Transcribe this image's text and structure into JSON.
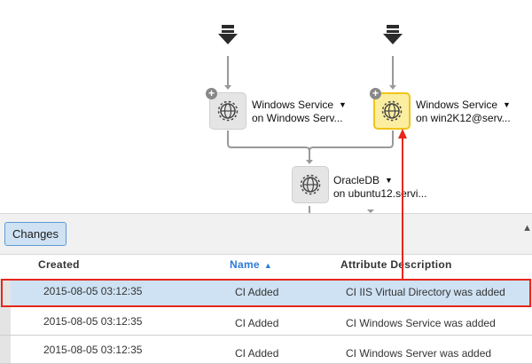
{
  "nodes": [
    {
      "title": "Windows Service",
      "subtitle": "on Windows Serv...",
      "selected": false
    },
    {
      "title": "Windows Service",
      "subtitle": "on win2K12@serv...",
      "selected": true
    },
    {
      "title": "OracleDB",
      "subtitle": "on ubuntu12.servi...",
      "selected": false
    }
  ],
  "toolbar": {
    "changes_label": "Changes"
  },
  "table": {
    "columns": [
      {
        "label": "Created",
        "sorted": false
      },
      {
        "label": "Name",
        "sorted": true,
        "sort_dir": "asc"
      },
      {
        "label": "Attribute Description",
        "sorted": false
      }
    ],
    "rows": [
      {
        "created": "2015-08-05 03:12:35",
        "name": "CI Added",
        "description": "CI IIS Virtual Directory was added",
        "selected": true
      },
      {
        "created": "2015-08-05 03:12:35",
        "name": "CI Added",
        "description": "CI Windows Service was added",
        "selected": false
      },
      {
        "created": "2015-08-05 03:12:35",
        "name": "CI Added",
        "description": "CI Windows Server was added",
        "selected": false
      }
    ]
  },
  "colors": {
    "selection": "#cfe2f3",
    "highlight": "#e8261a",
    "sort_accent": "#2e7bd6",
    "node_selected": "#fbeea0"
  }
}
